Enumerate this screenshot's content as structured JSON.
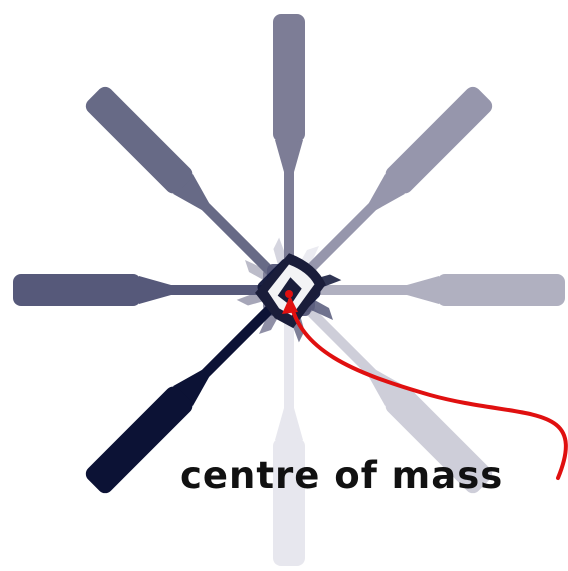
{
  "diagram": {
    "label": "centre of mass",
    "colors": {
      "background": "#ffffff",
      "arrow": "#e01010",
      "text": "#111111",
      "darkest": "#0c1235",
      "shades": [
        "#e7e7ee",
        "#ceced9",
        "#b0b0c0",
        "#9696ac",
        "#7d7d96",
        "#676a86",
        "#56597a"
      ],
      "head_dark": "#1a1d3a",
      "head_light": "#ffffff"
    },
    "hammer_angles_deg": [
      270,
      225,
      180,
      135,
      90,
      45,
      0,
      315
    ],
    "icons": {
      "hammer": "hammer-icon"
    }
  }
}
